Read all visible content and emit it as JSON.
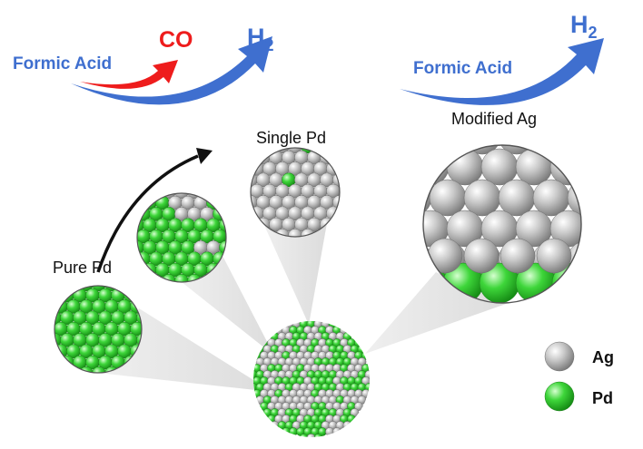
{
  "colors": {
    "ag": "#b8b8b8",
    "pd": "#3ed63a",
    "co_arrow": "#ee1c1c",
    "h2_arrow": "#3f6fcf",
    "cone": "#e6e6e6"
  },
  "left_pathway": {
    "reactant": "Formic Acid",
    "side_product": "CO",
    "product_main": "H",
    "product_sub": "2"
  },
  "right_pathway": {
    "reactant": "Formic Acid",
    "product_main": "H",
    "product_sub": "2"
  },
  "panels": {
    "pure_pd": "Pure Pd",
    "single_pd": "Single Pd",
    "modified_ag": "Modified Ag"
  },
  "legend": [
    {
      "element": "Ag"
    },
    {
      "element": "Pd"
    }
  ]
}
